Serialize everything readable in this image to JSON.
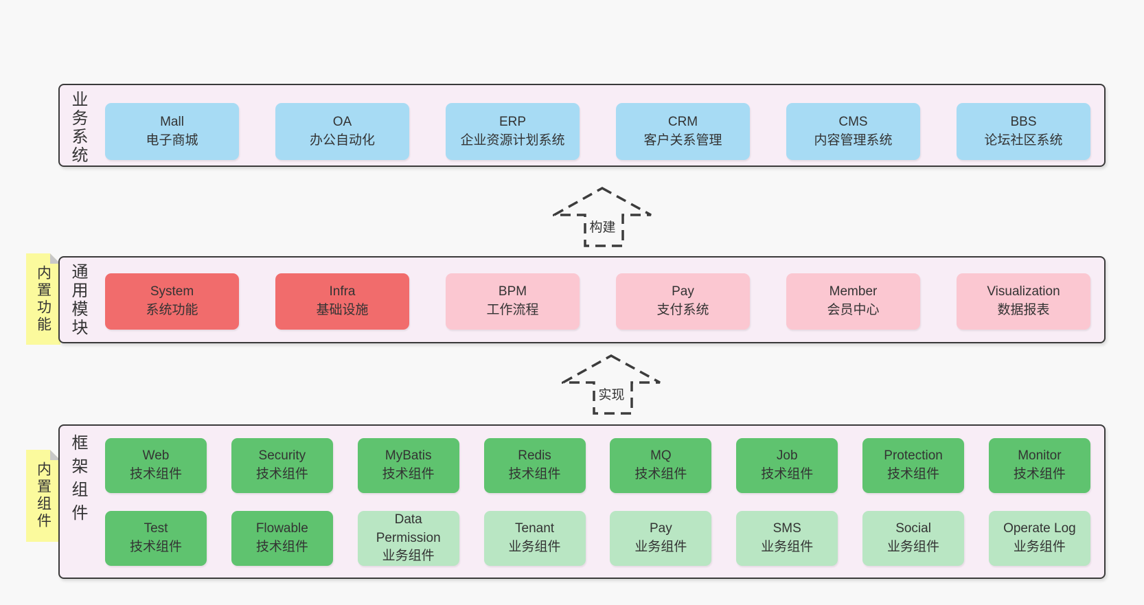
{
  "colors": {
    "page_bg": "#f8f8f8",
    "panel_bg": "#f8edf6",
    "panel_border": "#3a3a3a",
    "box_blue": "#a7dbf4",
    "box_red": "#f16c6c",
    "box_pink": "#fbc7d1",
    "box_green": "#5fc36f",
    "box_green_light": "#b9e6c3",
    "note_yellow": "#fbfa9d",
    "note_fold_gray": "#c8c8c8",
    "arrow_stroke": "#3c3c3c"
  },
  "sections": {
    "business": {
      "label": "业务系统",
      "boxes": [
        {
          "title": "Mall",
          "subtitle": "电子商城",
          "variant": "blue"
        },
        {
          "title": "OA",
          "subtitle": "办公自动化",
          "variant": "blue"
        },
        {
          "title": "ERP",
          "subtitle": "企业资源计划系统",
          "variant": "blue"
        },
        {
          "title": "CRM",
          "subtitle": "客户关系管理",
          "variant": "blue"
        },
        {
          "title": "CMS",
          "subtitle": "内容管理系统",
          "variant": "blue"
        },
        {
          "title": "BBS",
          "subtitle": "论坛社区系统",
          "variant": "blue"
        }
      ]
    },
    "modules": {
      "label": "通用模块",
      "note": "内置功能",
      "boxes": [
        {
          "title": "System",
          "subtitle": "系统功能",
          "variant": "red"
        },
        {
          "title": "Infra",
          "subtitle": "基础设施",
          "variant": "red"
        },
        {
          "title": "BPM",
          "subtitle": "工作流程",
          "variant": "pink"
        },
        {
          "title": "Pay",
          "subtitle": "支付系统",
          "variant": "pink"
        },
        {
          "title": "Member",
          "subtitle": "会员中心",
          "variant": "pink"
        },
        {
          "title": "Visualization",
          "subtitle": "数据报表",
          "variant": "pink"
        }
      ]
    },
    "framework": {
      "label": "框架组件",
      "note": "内置组件",
      "rows": [
        [
          {
            "title": "Web",
            "subtitle": "技术组件",
            "variant": "green"
          },
          {
            "title": "Security",
            "subtitle": "技术组件",
            "variant": "green"
          },
          {
            "title": "MyBatis",
            "subtitle": "技术组件",
            "variant": "green"
          },
          {
            "title": "Redis",
            "subtitle": "技术组件",
            "variant": "green"
          },
          {
            "title": "MQ",
            "subtitle": "技术组件",
            "variant": "green"
          },
          {
            "title": "Job",
            "subtitle": "技术组件",
            "variant": "green"
          },
          {
            "title": "Protection",
            "subtitle": "技术组件",
            "variant": "green"
          },
          {
            "title": "Monitor",
            "subtitle": "技术组件",
            "variant": "green"
          }
        ],
        [
          {
            "title": "Test",
            "subtitle": "技术组件",
            "variant": "green"
          },
          {
            "title": "Flowable",
            "subtitle": "技术组件",
            "variant": "green"
          },
          {
            "title": "Data Permission",
            "subtitle": "业务组件",
            "variant": "green-light"
          },
          {
            "title": "Tenant",
            "subtitle": "业务组件",
            "variant": "green-light"
          },
          {
            "title": "Pay",
            "subtitle": "业务组件",
            "variant": "green-light"
          },
          {
            "title": "SMS",
            "subtitle": "业务组件",
            "variant": "green-light"
          },
          {
            "title": "Social",
            "subtitle": "业务组件",
            "variant": "green-light"
          },
          {
            "title": "Operate Log",
            "subtitle": "业务组件",
            "variant": "green-light"
          }
        ]
      ]
    }
  },
  "arrows": [
    {
      "label": "构建"
    },
    {
      "label": "实现"
    }
  ]
}
